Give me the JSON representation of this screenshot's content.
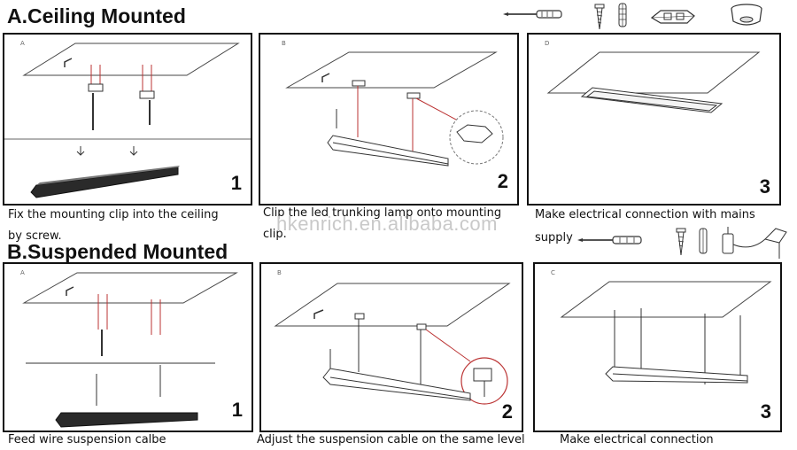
{
  "sectionA": {
    "title": "A.Ceiling Mounted",
    "panels": [
      {
        "tag": "A",
        "step": "1",
        "caption": [
          "Fix the mounting clip into the ceiling",
          "by screw."
        ]
      },
      {
        "tag": "B",
        "step": "2",
        "caption": [
          "Clip the led trunking lamp onto mounting",
          "clip."
        ]
      },
      {
        "tag": "D",
        "step": "3",
        "caption": [
          "Make electrical connection with mains",
          "supply"
        ]
      }
    ]
  },
  "sectionB": {
    "title": "B.Suspended Mounted",
    "panels": [
      {
        "tag": "A",
        "step": "1",
        "caption": [
          "Feed wire suspension calbe"
        ]
      },
      {
        "tag": "B",
        "step": "2",
        "caption": [
          "Adjust the suspension cable on the same level"
        ]
      },
      {
        "tag": "C",
        "step": "3",
        "caption": [
          "Make electrical connection"
        ]
      }
    ]
  },
  "watermark": "hkenrich.en.alibaba.com",
  "icons": [
    "screwdriver-icon",
    "screw-icon",
    "wall-plug-icon",
    "mounting-clip-icon",
    "ceiling-rose-icon",
    "suspension-kit-icon"
  ]
}
